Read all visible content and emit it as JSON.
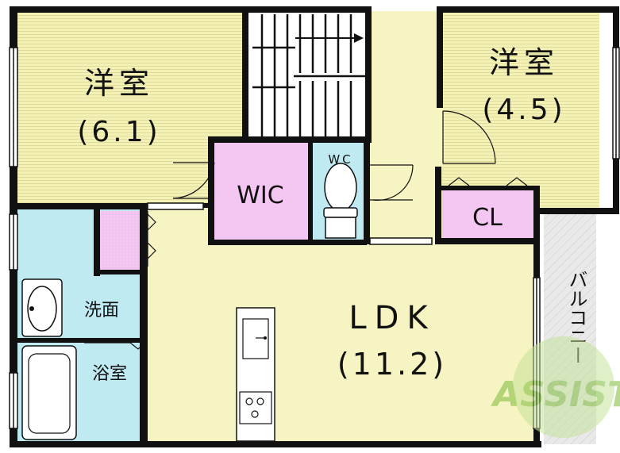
{
  "rooms": {
    "western_left": {
      "name": "洋室",
      "size": "(6.1)"
    },
    "western_right": {
      "name": "洋室",
      "size": "(4.5)"
    },
    "wic": {
      "name": "WIC"
    },
    "wc": {
      "name": "WC"
    },
    "closet": {
      "name": "CL"
    },
    "washroom": {
      "name": "洗面"
    },
    "bathroom": {
      "name": "浴室"
    },
    "ldk": {
      "name": "LDK",
      "size": "(11.2)"
    },
    "balcony": {
      "name": "バルコニー"
    }
  },
  "watermark": {
    "text": "ASSIST"
  },
  "colors": {
    "western": "#f4f1b4",
    "ldk": "#f5f4c2",
    "storage": "#f4c7f2",
    "water": "#bfeaf2",
    "balcony": "#e9e9e9",
    "wall": "#111111",
    "watermark": "#7dbb3a"
  }
}
